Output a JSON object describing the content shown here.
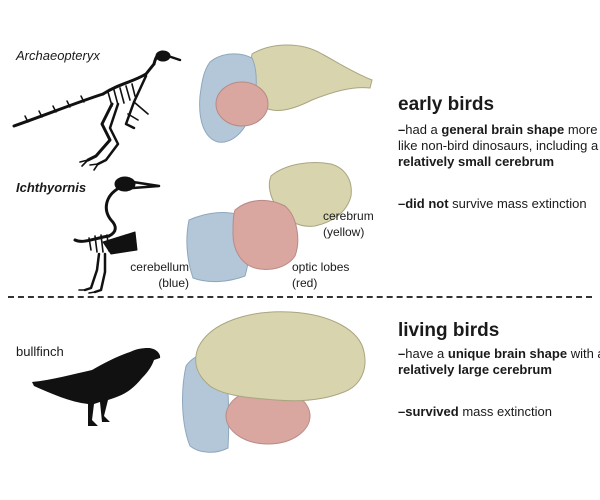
{
  "species": {
    "archaeopteryx": "Archaeopteryx",
    "ichthyornis": "Ichthyornis",
    "bullfinch": "bullfinch"
  },
  "brain_labels": {
    "cerebrum": "cerebrum",
    "cerebrum_color": "(yellow)",
    "cerebellum": "cerebellum",
    "cerebellum_color": "(blue)",
    "optic_lobes": "optic lobes",
    "optic_lobes_color": "(red)"
  },
  "early_birds": {
    "heading": "early birds",
    "bullet1": {
      "p1": "had a ",
      "b1": "general brain shape",
      "p2": " more like non-bird dinosaurs, including a ",
      "b2": "relatively small cerebrum"
    },
    "bullet2": {
      "b1": "did not",
      "p1": " survive mass extinction"
    }
  },
  "living_birds": {
    "heading": "living birds",
    "bullet1": {
      "p1": "have a ",
      "b1": "unique brain shape",
      "p2": " with a ",
      "b2": "relatively large cerebrum"
    },
    "bullet2": {
      "b1": "survived",
      "p1": " mass extinction"
    }
  },
  "colors": {
    "cerebrum": "#d8d5ae",
    "cerebellum": "#b3c7d9",
    "optic_lobes": "#d9a6a0",
    "silhouette": "#111111"
  }
}
